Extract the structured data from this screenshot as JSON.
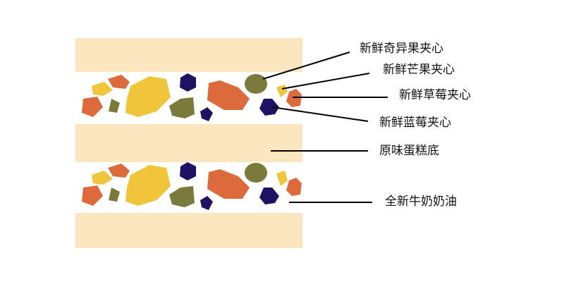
{
  "labels": {
    "kiwi": "新鲜奇异果夹心",
    "mango": "新鲜芒果夹心",
    "strawberry": "新鲜草莓夹心",
    "blueberry": "新鲜蓝莓夹心",
    "sponge": "原味蛋糕底",
    "cream": "全新牛奶奶油"
  },
  "colors": {
    "sponge": "#fbe6c0",
    "cream": "#ffffff",
    "strawberry": "#dd6a3c",
    "mango": "#f0c53c",
    "kiwi": "#7a7a3c",
    "blueberry": "#1f1265",
    "line": "#000000"
  }
}
